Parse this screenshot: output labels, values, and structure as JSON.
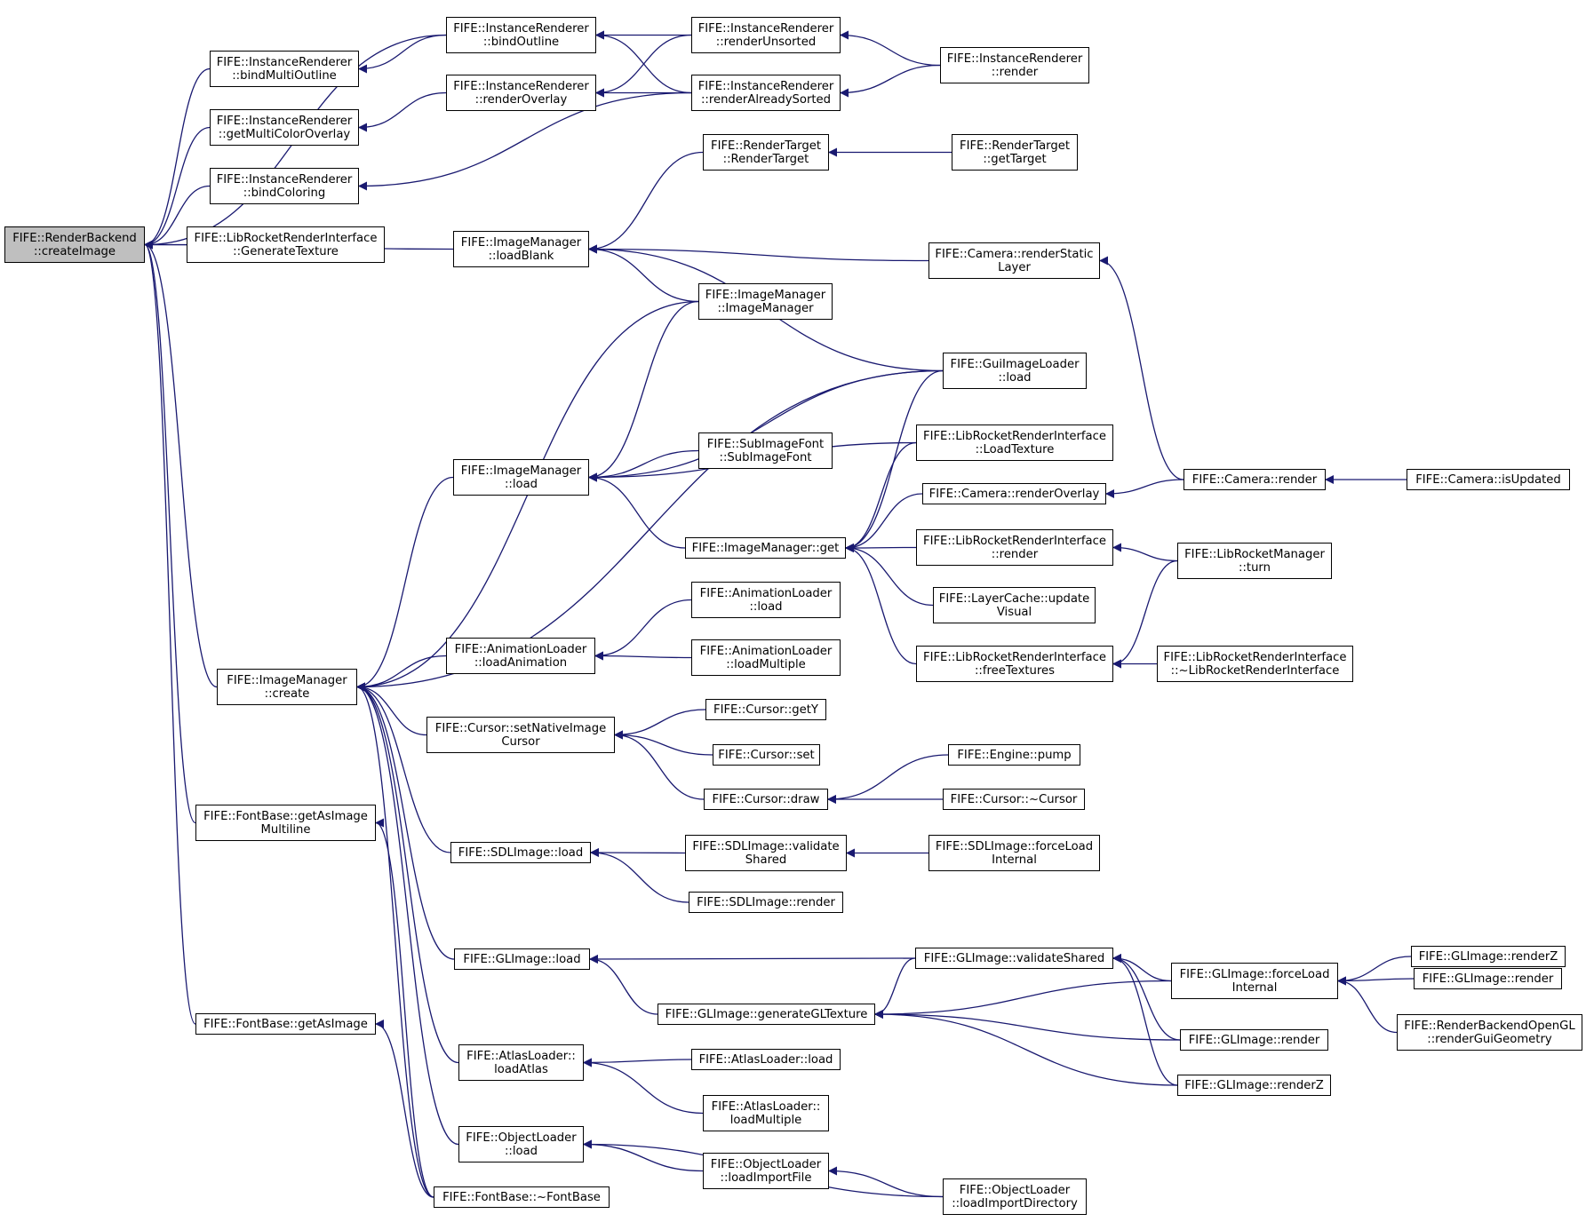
{
  "diagram": {
    "type": "caller-graph",
    "colors": {
      "edge": "#191970",
      "root_fill": "#bfbfbf",
      "node_fill": "#ffffff",
      "border": "#000000"
    },
    "nodes": [
      {
        "id": "n1",
        "lines": [
          "FIFE::RenderBackend",
          "::createImage"
        ],
        "root": true
      },
      {
        "id": "n2",
        "lines": [
          "FIFE::InstanceRenderer",
          "::bindMultiOutline"
        ]
      },
      {
        "id": "n3",
        "lines": [
          "FIFE::InstanceRenderer",
          "::getMultiColorOverlay"
        ]
      },
      {
        "id": "n4",
        "lines": [
          "FIFE::InstanceRenderer",
          "::bindColoring"
        ]
      },
      {
        "id": "n5",
        "lines": [
          "FIFE::LibRocketRenderInterface",
          "::GenerateTexture"
        ]
      },
      {
        "id": "n6",
        "lines": [
          "FIFE::ImageManager",
          "::create"
        ]
      },
      {
        "id": "n7",
        "lines": [
          "FIFE::FontBase::getAsImage",
          "Multiline"
        ]
      },
      {
        "id": "n8",
        "lines": [
          "FIFE::FontBase::getAsImage"
        ]
      },
      {
        "id": "n9",
        "lines": [
          "FIFE::InstanceRenderer",
          "::bindOutline"
        ]
      },
      {
        "id": "n10",
        "lines": [
          "FIFE::InstanceRenderer",
          "::renderOverlay"
        ]
      },
      {
        "id": "n11",
        "lines": [
          "FIFE::ImageManager",
          "::loadBlank"
        ]
      },
      {
        "id": "n12",
        "lines": [
          "FIFE::ImageManager",
          "::load"
        ]
      },
      {
        "id": "n13",
        "lines": [
          "FIFE::AnimationLoader",
          "::loadAnimation"
        ]
      },
      {
        "id": "n14",
        "lines": [
          "FIFE::Cursor::setNativeImage",
          "Cursor"
        ]
      },
      {
        "id": "n15",
        "lines": [
          "FIFE::SDLImage::load"
        ]
      },
      {
        "id": "n16",
        "lines": [
          "FIFE::GLImage::load"
        ]
      },
      {
        "id": "n17",
        "lines": [
          "FIFE::AtlasLoader::",
          "loadAtlas"
        ]
      },
      {
        "id": "n18",
        "lines": [
          "FIFE::ObjectLoader",
          "::load"
        ]
      },
      {
        "id": "n19",
        "lines": [
          "FIFE::FontBase::~FontBase"
        ]
      },
      {
        "id": "n20",
        "lines": [
          "FIFE::InstanceRenderer",
          "::renderUnsorted"
        ]
      },
      {
        "id": "n21",
        "lines": [
          "FIFE::InstanceRenderer",
          "::renderAlreadySorted"
        ]
      },
      {
        "id": "n22",
        "lines": [
          "FIFE::RenderTarget",
          "::RenderTarget"
        ]
      },
      {
        "id": "n23",
        "lines": [
          "FIFE::ImageManager",
          "::ImageManager"
        ]
      },
      {
        "id": "n24",
        "lines": [
          "FIFE::SubImageFont",
          "::SubImageFont"
        ]
      },
      {
        "id": "n25",
        "lines": [
          "FIFE::ImageManager::get"
        ]
      },
      {
        "id": "n26",
        "lines": [
          "FIFE::AnimationLoader",
          "::load"
        ]
      },
      {
        "id": "n27",
        "lines": [
          "FIFE::AnimationLoader",
          "::loadMultiple"
        ]
      },
      {
        "id": "n28",
        "lines": [
          "FIFE::Cursor::getY"
        ]
      },
      {
        "id": "n29",
        "lines": [
          "FIFE::Cursor::set"
        ]
      },
      {
        "id": "n30",
        "lines": [
          "FIFE::Cursor::draw"
        ]
      },
      {
        "id": "n31",
        "lines": [
          "FIFE::SDLImage::validate",
          "Shared"
        ]
      },
      {
        "id": "n32",
        "lines": [
          "FIFE::SDLImage::render"
        ]
      },
      {
        "id": "n33",
        "lines": [
          "FIFE::GLImage::generateGLTexture"
        ]
      },
      {
        "id": "n34",
        "lines": [
          "FIFE::AtlasLoader::load"
        ]
      },
      {
        "id": "n35",
        "lines": [
          "FIFE::AtlasLoader::",
          "loadMultiple"
        ]
      },
      {
        "id": "n36",
        "lines": [
          "FIFE::ObjectLoader",
          "::loadImportFile"
        ]
      },
      {
        "id": "n37",
        "lines": [
          "FIFE::InstanceRenderer",
          "::render"
        ]
      },
      {
        "id": "n38",
        "lines": [
          "FIFE::RenderTarget",
          "::getTarget"
        ]
      },
      {
        "id": "n39",
        "lines": [
          "FIFE::Camera::renderStatic",
          "Layer"
        ]
      },
      {
        "id": "n40",
        "lines": [
          "FIFE::GuiImageLoader",
          "::load"
        ]
      },
      {
        "id": "n41",
        "lines": [
          "FIFE::LibRocketRenderInterface",
          "::LoadTexture"
        ]
      },
      {
        "id": "n42",
        "lines": [
          "FIFE::Camera::renderOverlay"
        ]
      },
      {
        "id": "n43",
        "lines": [
          "FIFE::LibRocketRenderInterface",
          "::render"
        ]
      },
      {
        "id": "n44",
        "lines": [
          "FIFE::LayerCache::update",
          "Visual"
        ]
      },
      {
        "id": "n45",
        "lines": [
          "FIFE::LibRocketRenderInterface",
          "::freeTextures"
        ]
      },
      {
        "id": "n46",
        "lines": [
          "FIFE::Engine::pump"
        ]
      },
      {
        "id": "n47",
        "lines": [
          "FIFE::Cursor::~Cursor"
        ]
      },
      {
        "id": "n48",
        "lines": [
          "FIFE::SDLImage::forceLoad",
          "Internal"
        ]
      },
      {
        "id": "n49",
        "lines": [
          "FIFE::GLImage::validateShared"
        ]
      },
      {
        "id": "n50",
        "lines": [
          "FIFE::ObjectLoader",
          "::loadImportDirectory"
        ]
      },
      {
        "id": "n51",
        "lines": [
          "FIFE::Camera::render"
        ]
      },
      {
        "id": "n52",
        "lines": [
          "FIFE::LibRocketManager",
          "::turn"
        ]
      },
      {
        "id": "n53",
        "lines": [
          "FIFE::LibRocketRenderInterface",
          "::~LibRocketRenderInterface"
        ]
      },
      {
        "id": "n54",
        "lines": [
          "FIFE::GLImage::forceLoad",
          "Internal"
        ]
      },
      {
        "id": "n55",
        "lines": [
          "FIFE::GLImage::render"
        ]
      },
      {
        "id": "n56",
        "lines": [
          "FIFE::GLImage::renderZ"
        ]
      },
      {
        "id": "n57",
        "lines": [
          "FIFE::Camera::isUpdated"
        ]
      },
      {
        "id": "n58",
        "lines": [
          "FIFE::GLImage::renderZ"
        ]
      },
      {
        "id": "n59",
        "lines": [
          "FIFE::GLImage::render"
        ]
      },
      {
        "id": "n60",
        "lines": [
          "FIFE::RenderBackendOpenGL",
          "::renderGuiGeometry"
        ]
      }
    ],
    "edges": [
      [
        "n9",
        "n1"
      ],
      [
        "n2",
        "n1"
      ],
      [
        "n3",
        "n1"
      ],
      [
        "n4",
        "n1"
      ],
      [
        "n5",
        "n1"
      ],
      [
        "n11",
        "n1"
      ],
      [
        "n6",
        "n1"
      ],
      [
        "n7",
        "n1"
      ],
      [
        "n8",
        "n1"
      ],
      [
        "n9",
        "n2"
      ],
      [
        "n10",
        "n3"
      ],
      [
        "n21",
        "n4"
      ],
      [
        "n20",
        "n9"
      ],
      [
        "n21",
        "n9"
      ],
      [
        "n20",
        "n10"
      ],
      [
        "n21",
        "n10"
      ],
      [
        "n37",
        "n20"
      ],
      [
        "n37",
        "n21"
      ],
      [
        "n22",
        "n11"
      ],
      [
        "n23",
        "n11"
      ],
      [
        "n39",
        "n11"
      ],
      [
        "n40",
        "n11"
      ],
      [
        "n38",
        "n22"
      ],
      [
        "n23",
        "n6"
      ],
      [
        "n40",
        "n6"
      ],
      [
        "n12",
        "n6"
      ],
      [
        "n13",
        "n6"
      ],
      [
        "n14",
        "n6"
      ],
      [
        "n15",
        "n6"
      ],
      [
        "n16",
        "n6"
      ],
      [
        "n17",
        "n6"
      ],
      [
        "n18",
        "n6"
      ],
      [
        "n19",
        "n6"
      ],
      [
        "n23",
        "n12"
      ],
      [
        "n40",
        "n12"
      ],
      [
        "n24",
        "n12"
      ],
      [
        "n41",
        "n12"
      ],
      [
        "n25",
        "n12"
      ],
      [
        "n40",
        "n25"
      ],
      [
        "n41",
        "n25"
      ],
      [
        "n42",
        "n25"
      ],
      [
        "n43",
        "n25"
      ],
      [
        "n44",
        "n25"
      ],
      [
        "n45",
        "n25"
      ],
      [
        "n51",
        "n39"
      ],
      [
        "n51",
        "n42"
      ],
      [
        "n57",
        "n51"
      ],
      [
        "n52",
        "n43"
      ],
      [
        "n52",
        "n45"
      ],
      [
        "n53",
        "n45"
      ],
      [
        "n26",
        "n13"
      ],
      [
        "n27",
        "n13"
      ],
      [
        "n28",
        "n14"
      ],
      [
        "n29",
        "n14"
      ],
      [
        "n30",
        "n14"
      ],
      [
        "n46",
        "n30"
      ],
      [
        "n47",
        "n30"
      ],
      [
        "n31",
        "n15"
      ],
      [
        "n32",
        "n15"
      ],
      [
        "n48",
        "n31"
      ],
      [
        "n49",
        "n16"
      ],
      [
        "n33",
        "n16"
      ],
      [
        "n49",
        "n33"
      ],
      [
        "n54",
        "n33"
      ],
      [
        "n55",
        "n33"
      ],
      [
        "n56",
        "n33"
      ],
      [
        "n54",
        "n49"
      ],
      [
        "n55",
        "n49"
      ],
      [
        "n56",
        "n49"
      ],
      [
        "n58",
        "n54"
      ],
      [
        "n59",
        "n54"
      ],
      [
        "n60",
        "n54"
      ],
      [
        "n34",
        "n17"
      ],
      [
        "n35",
        "n17"
      ],
      [
        "n36",
        "n18"
      ],
      [
        "n50",
        "n18"
      ],
      [
        "n50",
        "n36"
      ],
      [
        "n19",
        "n7"
      ],
      [
        "n19",
        "n8"
      ]
    ]
  }
}
